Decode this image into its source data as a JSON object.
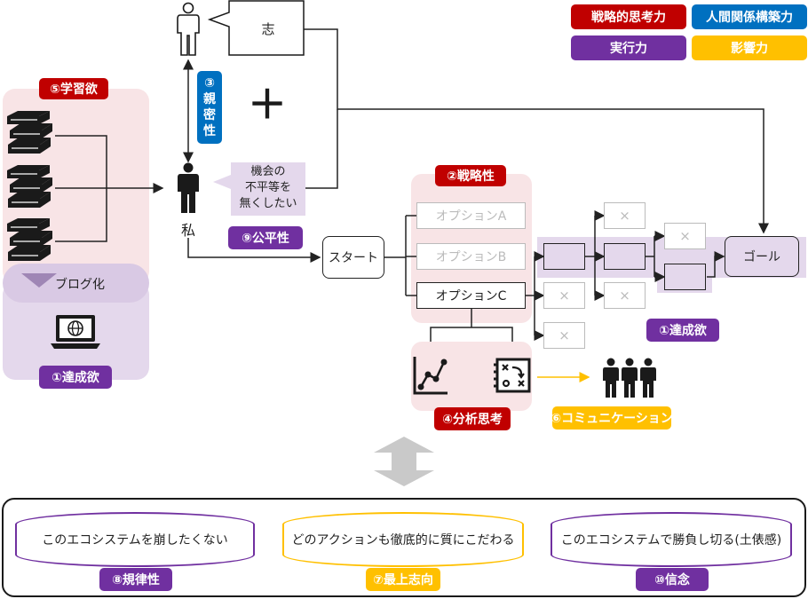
{
  "legend": {
    "strategic": "戦略的思考力",
    "interpersonal": "人間関係構築力",
    "execution": "実行力",
    "influence": "影響力"
  },
  "left_panel": {
    "learning_badge": "⑤学習欲",
    "blog_label": "ブログ化",
    "achievement_badge": "①達成欲"
  },
  "top": {
    "aspiration": "志",
    "intimacy_badge": "③\n親\n密\n性",
    "plus": "＋",
    "me": "私",
    "inequality_text": "機会の\n不平等を\n無くしたい",
    "fairness_badge": "⑨公平性"
  },
  "flow": {
    "strategy_badge": "②戦略性",
    "start": "スタート",
    "option_a": "オプションA",
    "option_b": "オプションB",
    "option_c": "オプションC",
    "x_mark": "×",
    "goal": "ゴール",
    "achievement_badge2": "①達成欲",
    "analysis_badge": "④分析思考",
    "communication_badge": "⑥コミュニケーション"
  },
  "bottom": {
    "items": [
      {
        "text": "このエコシステムを崩したくない",
        "badge": "⑧規律性"
      },
      {
        "text": "どのアクションも徹底的に質にこだわる",
        "badge": "⑦最上志向"
      },
      {
        "text": "このエコシステムで勝負し切る(土俵感)",
        "badge": "⑩信念"
      }
    ]
  },
  "colors": {
    "red": "#c00000",
    "blue": "#0070c0",
    "purple": "#7030a0",
    "yellow": "#ffc000",
    "pink_panel": "#f8e4e6",
    "lavender_panel": "#e4d8ec"
  }
}
